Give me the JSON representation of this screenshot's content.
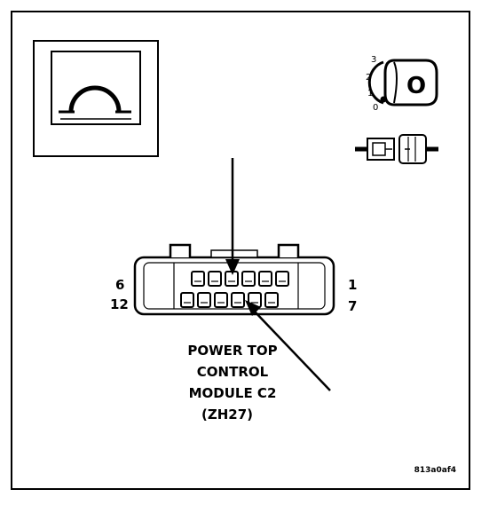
{
  "meter_panel": {
    "symbol": "Ω"
  },
  "ignition": {
    "positions": [
      "3",
      "2",
      "1",
      "0"
    ],
    "key_letter": "O"
  },
  "connector": {
    "pin_top_left": "6",
    "pin_top_right": "1",
    "pin_bottom_left": "12",
    "pin_bottom_right": "7"
  },
  "caption": {
    "line1": "POWER TOP",
    "line2": "CONTROL",
    "line3": "MODULE C2",
    "line4": "(ZH27)"
  },
  "figure_id": "813a0af4"
}
